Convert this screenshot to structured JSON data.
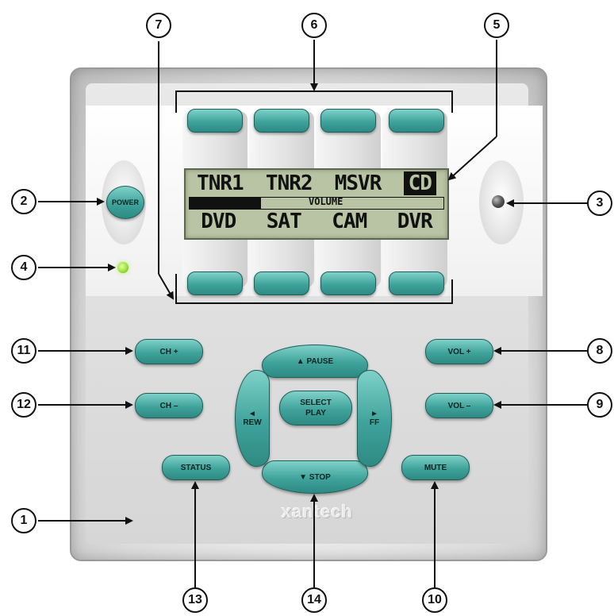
{
  "device": {
    "power_label": "POWER",
    "brand": "xantech",
    "lcd": {
      "top_sources": [
        "TNR1",
        "TNR2",
        "MSVR",
        "CD"
      ],
      "selected_source": "CD",
      "volume_label": "VOLUME",
      "volume_level": 0.28,
      "bottom_sources": [
        "DVD",
        "SAT",
        "CAM",
        "DVR"
      ]
    },
    "buttons": {
      "ch_up": "CH +",
      "ch_down": "CH –",
      "vol_up": "VOL +",
      "vol_down": "VOL –",
      "pause": "▲ PAUSE",
      "rew_arrow": "◄",
      "rew": "REW",
      "ff_arrow": "►",
      "ff": "FF",
      "select": "SELECT",
      "play": "PLAY",
      "stop": "▼ STOP",
      "status": "STATUS",
      "mute": "MUTE"
    },
    "colors": {
      "button_teal": "#3fa39b",
      "led_green": "#9be33a",
      "lcd_background": "#b9c4a4"
    }
  },
  "callouts": [
    "1",
    "2",
    "3",
    "4",
    "5",
    "6",
    "7",
    "8",
    "9",
    "10",
    "11",
    "12",
    "13",
    "14"
  ]
}
